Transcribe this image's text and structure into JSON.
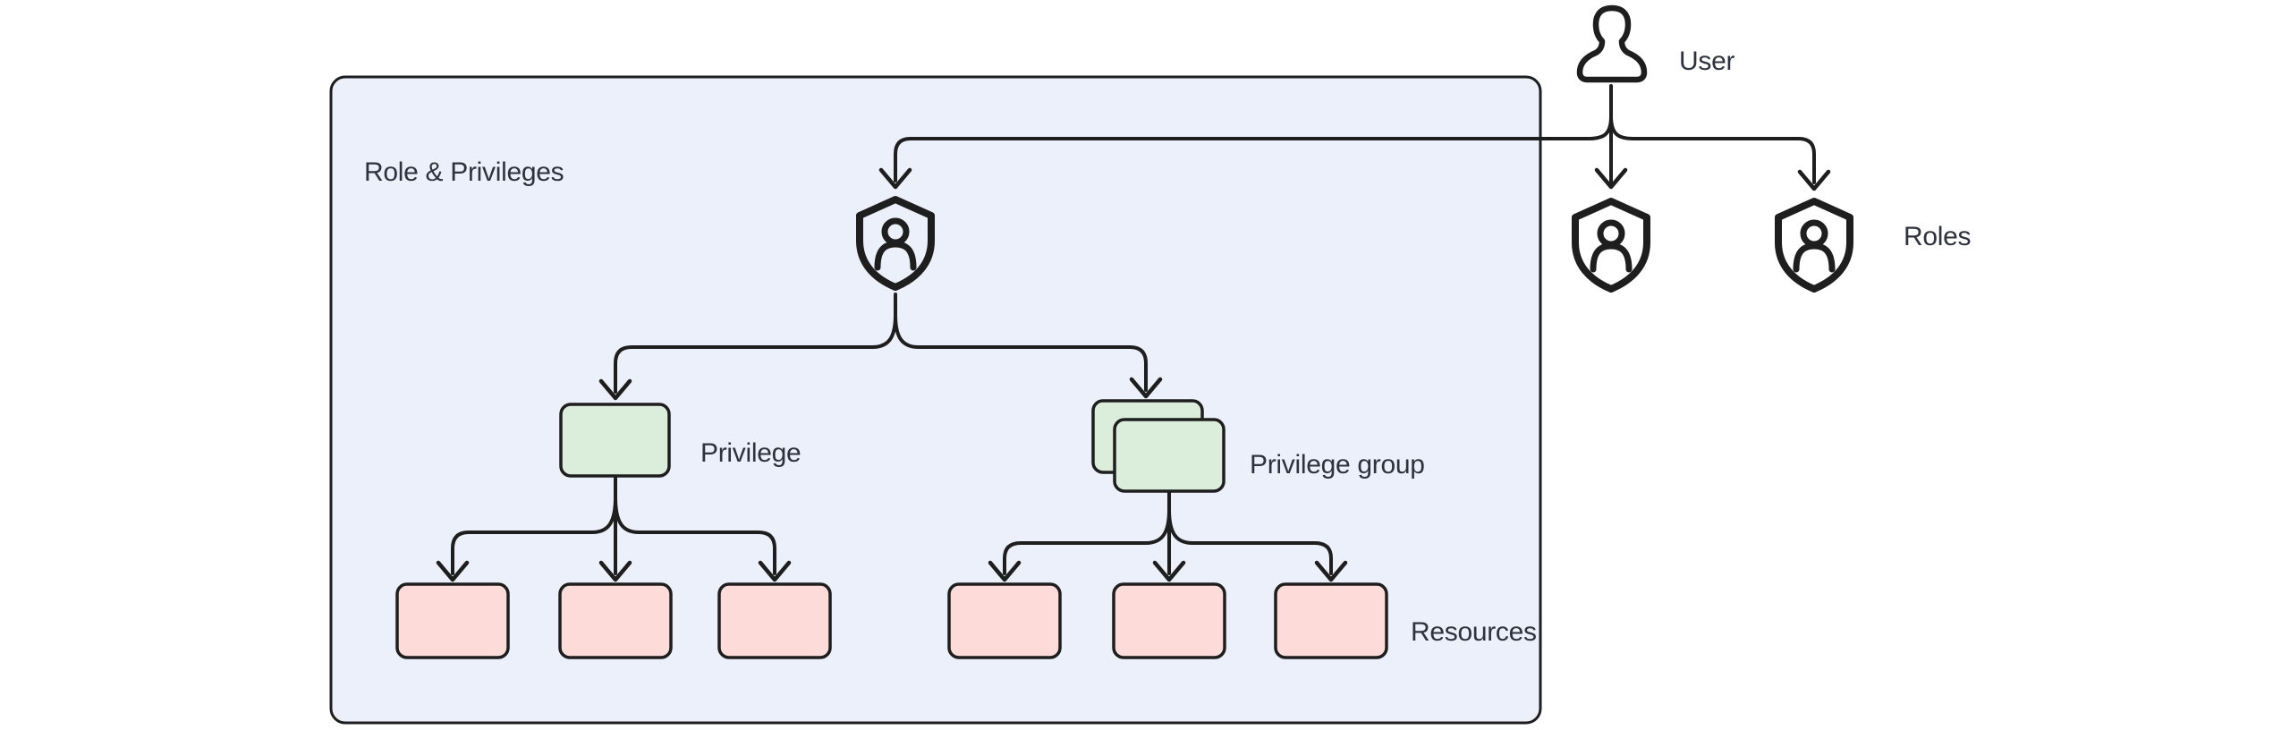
{
  "diagram": {
    "title": "Role & Privileges",
    "container": {
      "label": "Role & Privileges"
    },
    "nodes": {
      "user": {
        "label": "User",
        "icon": "user-bust-icon"
      },
      "roles": {
        "label": "Roles",
        "icon": "shield-person-icon",
        "count": 2
      },
      "role_in_container": {
        "icon": "shield-person-icon"
      },
      "privilege": {
        "label": "Privilege",
        "count": 1
      },
      "privilege_group": {
        "label": "Privilege group",
        "stacked_count": 2
      },
      "resources": {
        "label": "Resources",
        "count": 6
      }
    },
    "edges": [
      "user -> role-1",
      "user -> role-2",
      "user -> role-in-container",
      "role-in-container -> privilege",
      "role-in-container -> privilege-group",
      "privilege -> resource-1",
      "privilege -> resource-2",
      "privilege -> resource-3",
      "privilege-group -> resource-4",
      "privilege-group -> resource-5",
      "privilege-group -> resource-6"
    ],
    "colors": {
      "background": "#ffffff",
      "container_fill": "#ecf0fa",
      "node_green": "#dbeddb",
      "node_pink": "#fcdbd9",
      "stroke": "#1e1e1e",
      "text": "#2e323d"
    }
  }
}
